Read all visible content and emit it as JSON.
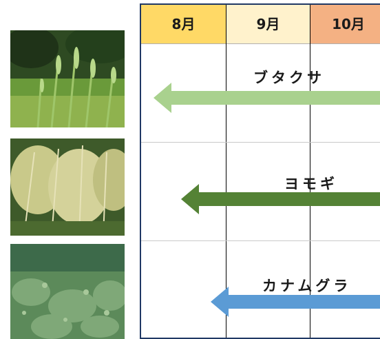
{
  "months": [
    "8月",
    "9月",
    "10月"
  ],
  "plants": [
    {
      "name": "ブタクサ",
      "color": "#a9d18e"
    },
    {
      "name": "ヨモギ",
      "color": "#548235"
    },
    {
      "name": "カナムグラ",
      "color": "#5b9bd5"
    }
  ]
}
